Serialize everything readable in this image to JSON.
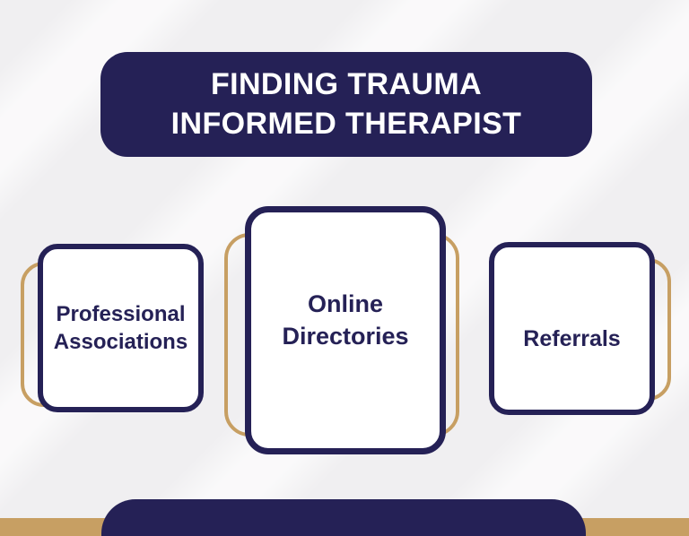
{
  "title": {
    "line1": "FINDING TRAUMA",
    "line2": "INFORMED THERAPIST"
  },
  "cards": [
    {
      "lines": [
        "Professional",
        "Associations"
      ]
    },
    {
      "lines": [
        "Online",
        "Directories"
      ]
    },
    {
      "lines": [
        "Referrals"
      ]
    }
  ],
  "colors": {
    "navy": "#252156",
    "gold": "#C79F63",
    "background": "#F0EFF1",
    "card_background": "#FFFFFF",
    "title_text": "#FFFFFF"
  }
}
